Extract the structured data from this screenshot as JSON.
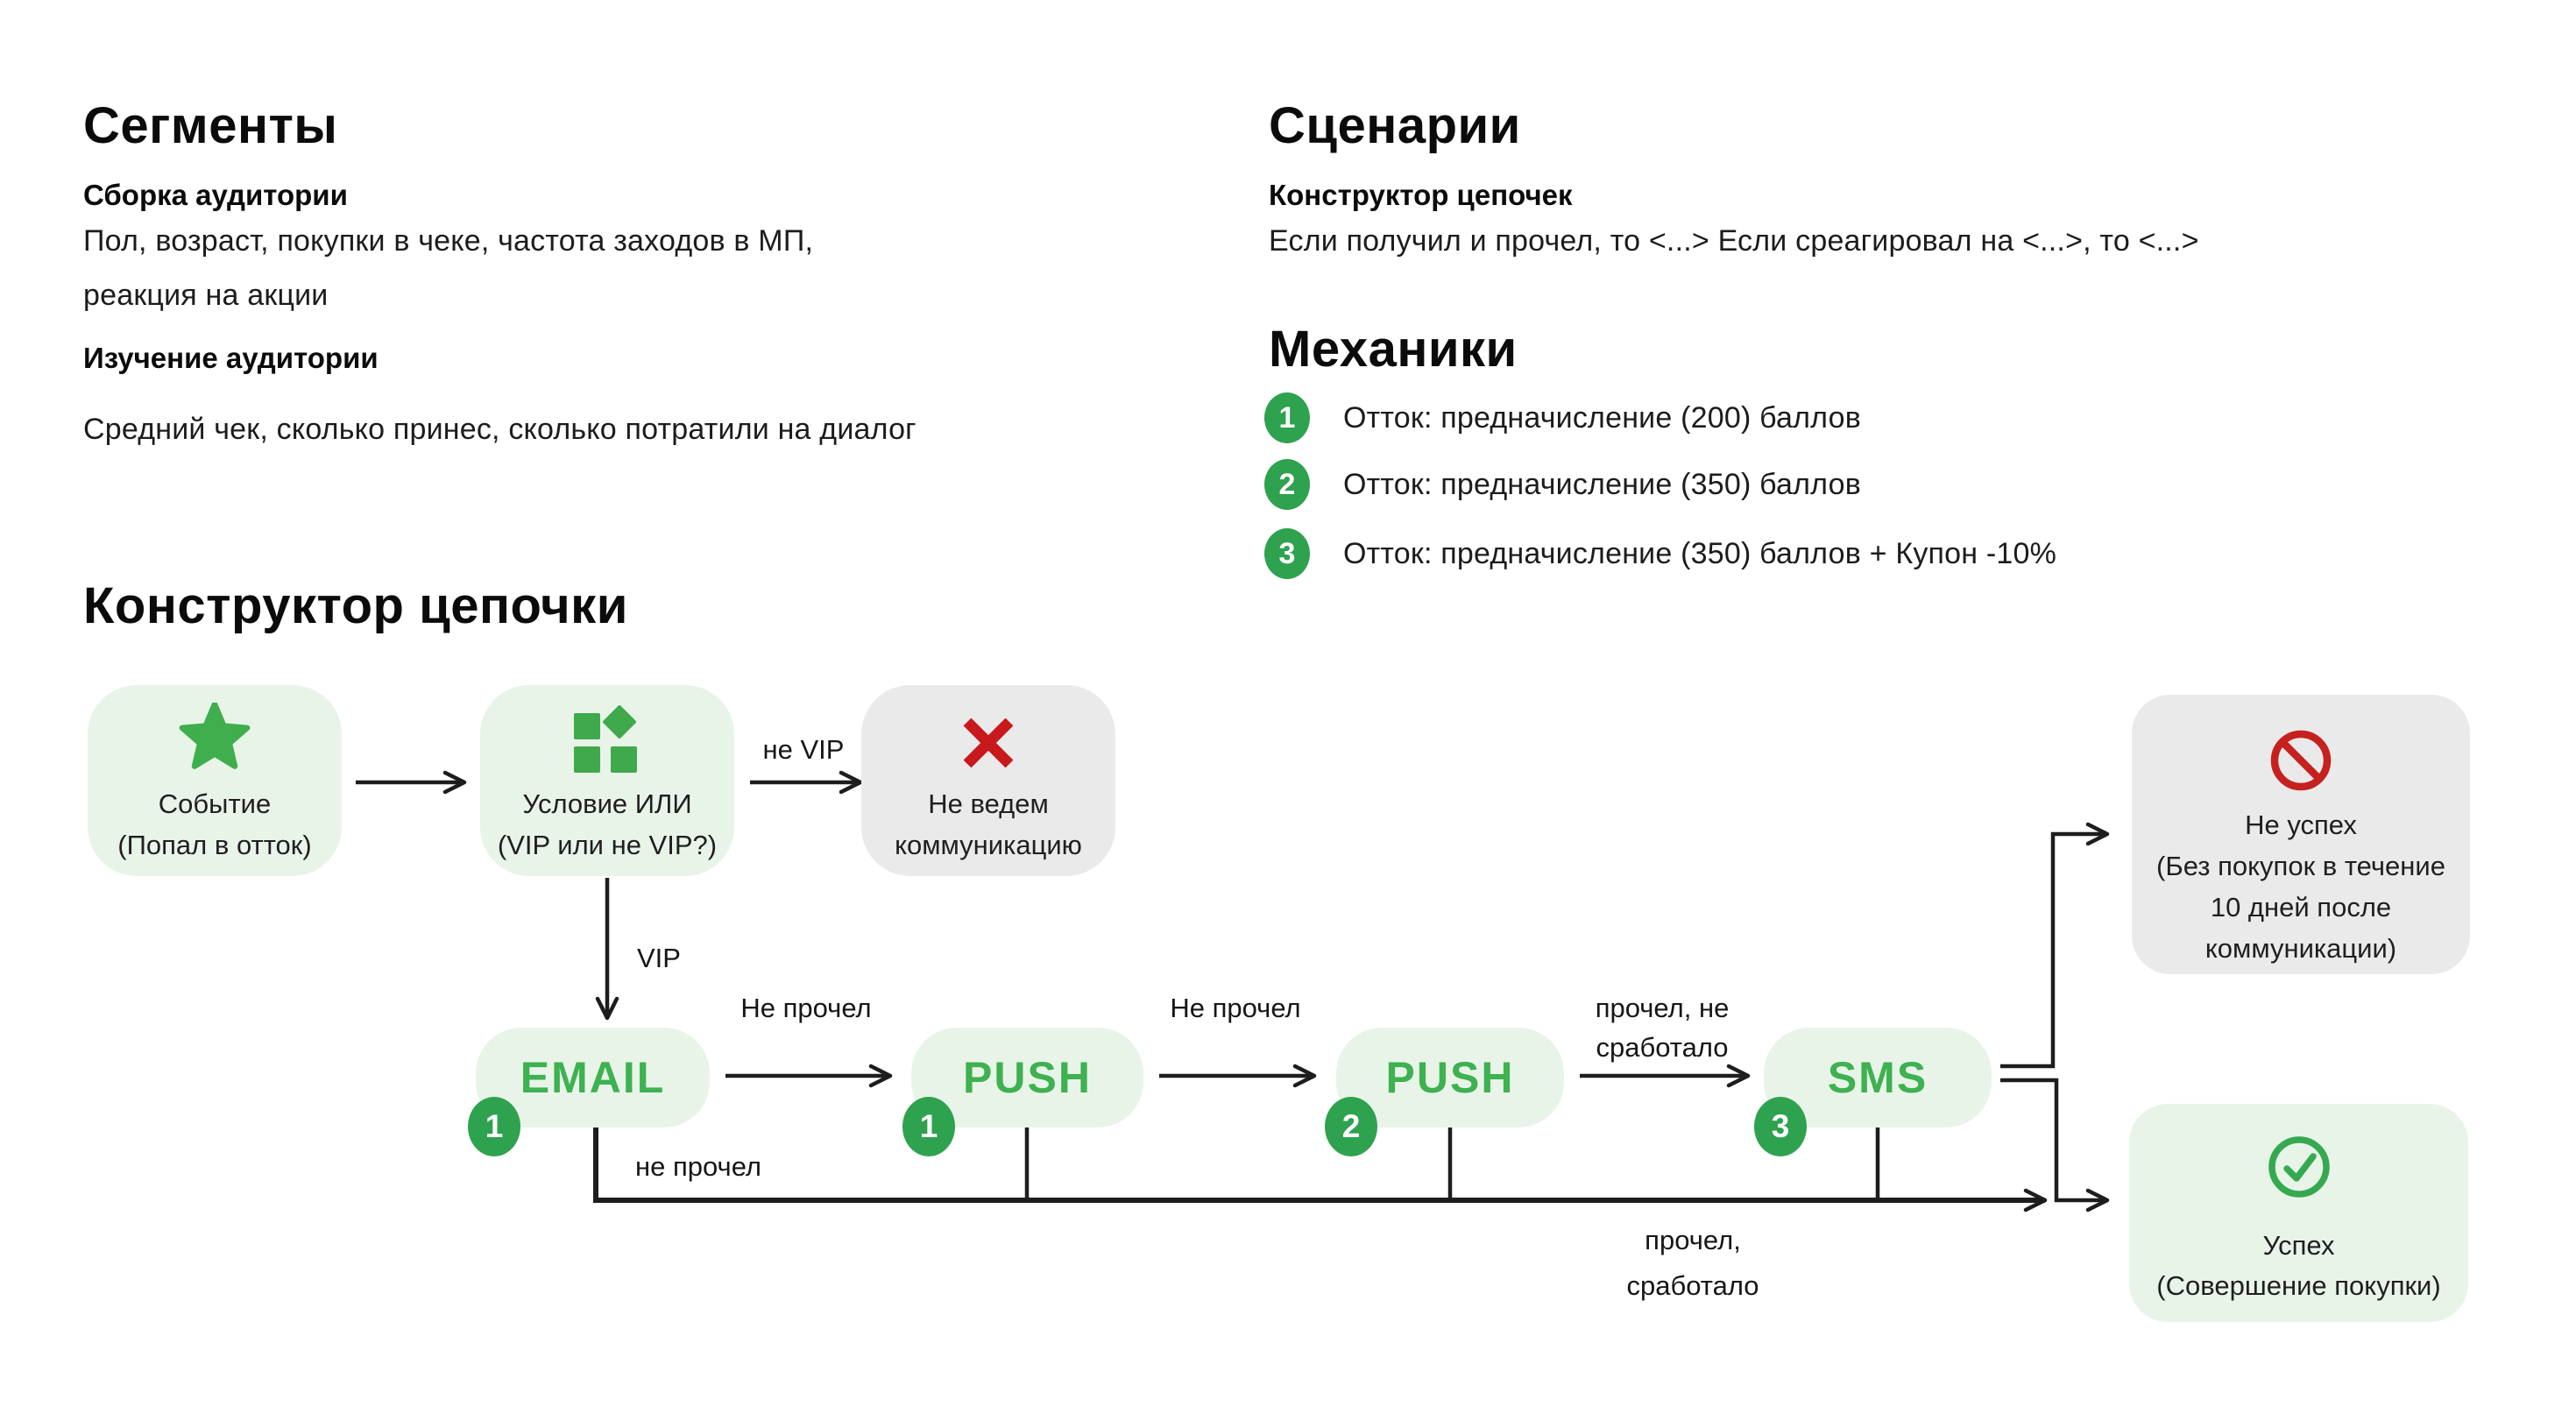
{
  "colors": {
    "accent_green": "#3eb150",
    "badge_green": "#2ea24e",
    "icon_green": "#3fa94c",
    "light_green_bg": "#e9f4e9",
    "gray_bg": "#eaeaea",
    "red": "#c8191d",
    "line_dark": "#1d1d1d"
  },
  "segments": {
    "title": "Сегменты",
    "sub1_title": "Сборка аудитории",
    "sub1_line1": "Пол, возраст, покупки в чеке, частота заходов в МП,",
    "sub1_line2": "реакция на акции",
    "sub2_title": "Изучение аудитории",
    "sub2_text": "Средний чек, сколько принес, сколько потратили на диалог"
  },
  "scenarios": {
    "title": "Сценарии",
    "sub_title": "Конструктор цепочек",
    "text": "Если получил и прочел, то <...> Если среагировал на <...>, то <...>"
  },
  "mechanics": {
    "title": "Механики",
    "items": [
      {
        "num": "1",
        "text": "Отток: предначисление (200) баллов"
      },
      {
        "num": "2",
        "text": "Отток: предначисление (350) баллов"
      },
      {
        "num": "3",
        "text": "Отток: предначисление (350) баллов + Купон -10%"
      }
    ]
  },
  "constructor": {
    "title": "Конструктор цепочки",
    "nodes": {
      "event": {
        "line1": "Событие",
        "line2": "(Попал в отток)"
      },
      "condition": {
        "line1": "Условие ИЛИ",
        "line2": "(VIP или не VIP?)"
      },
      "no_comm": {
        "line1": "Не ведем",
        "line2": "коммуникацию"
      },
      "fail": {
        "line1": "Не успех",
        "line2": "(Без покупок в течение",
        "line3": "10 дней после",
        "line4": "коммуникации)"
      },
      "success": {
        "line1": "Успех",
        "line2": "(Совершение покупки)"
      }
    },
    "channels": [
      {
        "label": "EMAIL",
        "badge": "1"
      },
      {
        "label": "PUSH",
        "badge": "1"
      },
      {
        "label": "PUSH",
        "badge": "2"
      },
      {
        "label": "SMS",
        "badge": "3"
      }
    ],
    "edge_labels": {
      "not_vip": "не VIP",
      "vip": "VIP",
      "not_read_1": "Не прочел",
      "not_read_2": "Не прочел",
      "read_no_work_line1": "прочел, не",
      "read_no_work_line2": "сработало",
      "not_read_lower": "не прочел",
      "read_work_line1": "прочел,",
      "read_work_line2": "сработало"
    }
  }
}
